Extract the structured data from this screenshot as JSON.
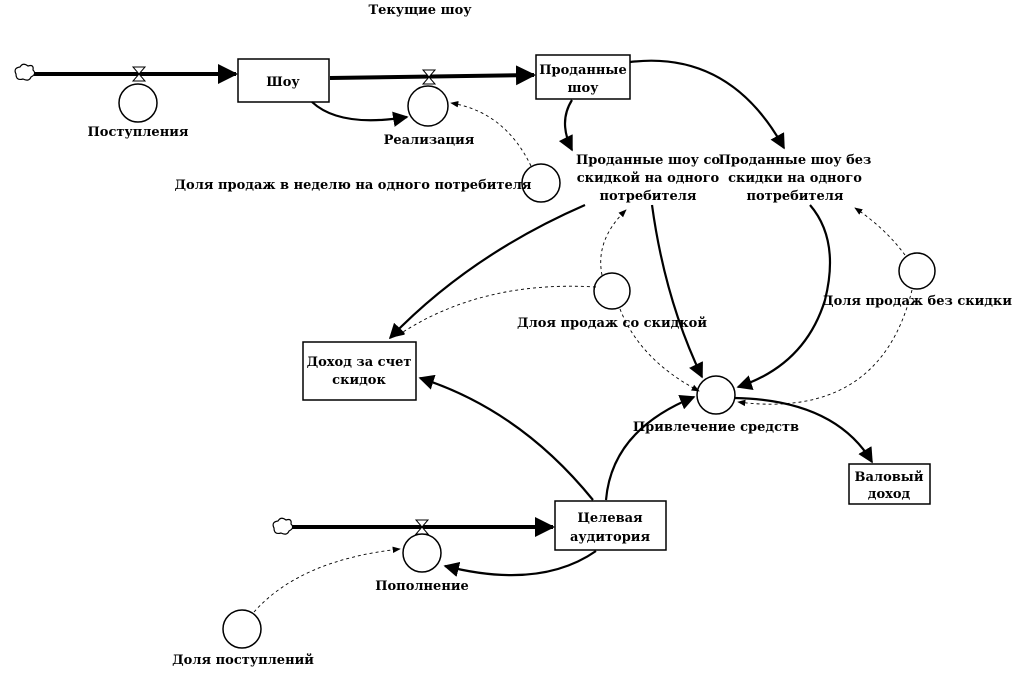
{
  "title": "Текущие шоу",
  "stocks": {
    "show": [
      "Шоу"
    ],
    "sold_shows": [
      "Проданные",
      "шоу"
    ],
    "discount_income": [
      "Доход за счет",
      "скидок"
    ],
    "gross_income": [
      "Валовый",
      "доход"
    ],
    "target_audience": [
      "Целевая",
      "аудитория"
    ]
  },
  "flows": {
    "inflow": "Поступления",
    "sales": "Реализация",
    "replenishment": "Пополнение",
    "fundraising": "Привлечение средств"
  },
  "variables": {
    "weekly_sales_share": "Доля продаж в неделю на одного потребителя",
    "sold_discount": [
      "Проданные шоу со",
      "скидкой на одного",
      "потребителя"
    ],
    "sold_no_discount": [
      "Проданные шоу без",
      "скидки на одного",
      "потребителя"
    ],
    "discount_share": "Длоя продаж со скидкой",
    "no_discount_share": "Доля продаж без скидки",
    "inflow_share": "Доля поступлений"
  }
}
